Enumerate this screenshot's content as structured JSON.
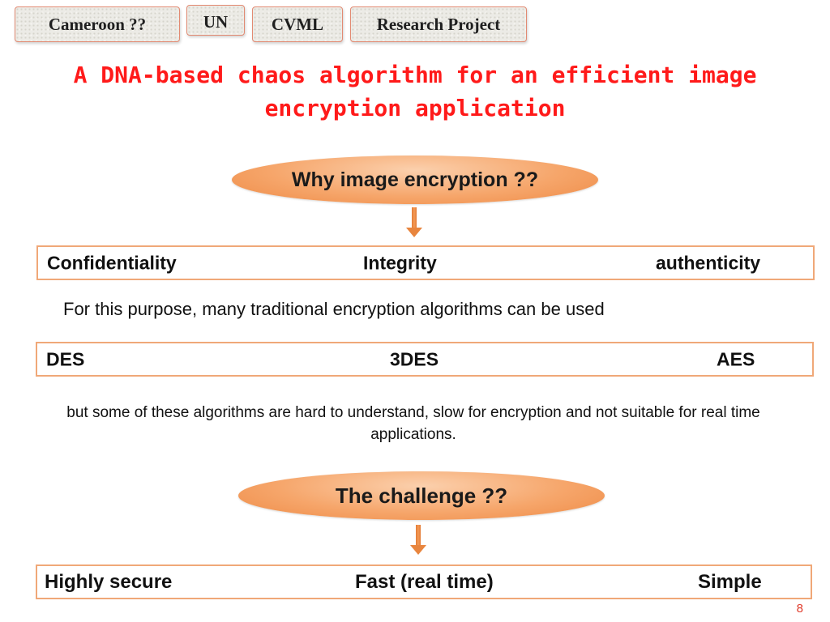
{
  "tabs": {
    "cameroon": "Cameroon ??",
    "un": "UN",
    "cvml": "CVML",
    "research": "Research Project"
  },
  "title": "A DNA-based chaos algorithm for an efficient image encryption application",
  "why": "Why image encryption ??",
  "properties": [
    "Confidentiality",
    "Integrity",
    "authenticity"
  ],
  "purpose": "For this purpose, many traditional encryption algorithms can be used",
  "algorithms": [
    "DES",
    "3DES",
    "AES"
  ],
  "limitation": "but some of these algorithms are hard to understand, slow for encryption and not suitable for real time applications.",
  "challenge": "The challenge ??",
  "goals": [
    "Highly secure",
    "Fast (real time)",
    "Simple"
  ],
  "page_number": "8",
  "colors": {
    "title": "#ff1a1a",
    "pill": "#f6a66b",
    "box_border": "#f0a878",
    "arrow": "#e8853e",
    "page_number": "#e03a2a"
  },
  "icons": {
    "arrow_1": "down-arrow-icon",
    "arrow_2": "down-arrow-icon"
  }
}
